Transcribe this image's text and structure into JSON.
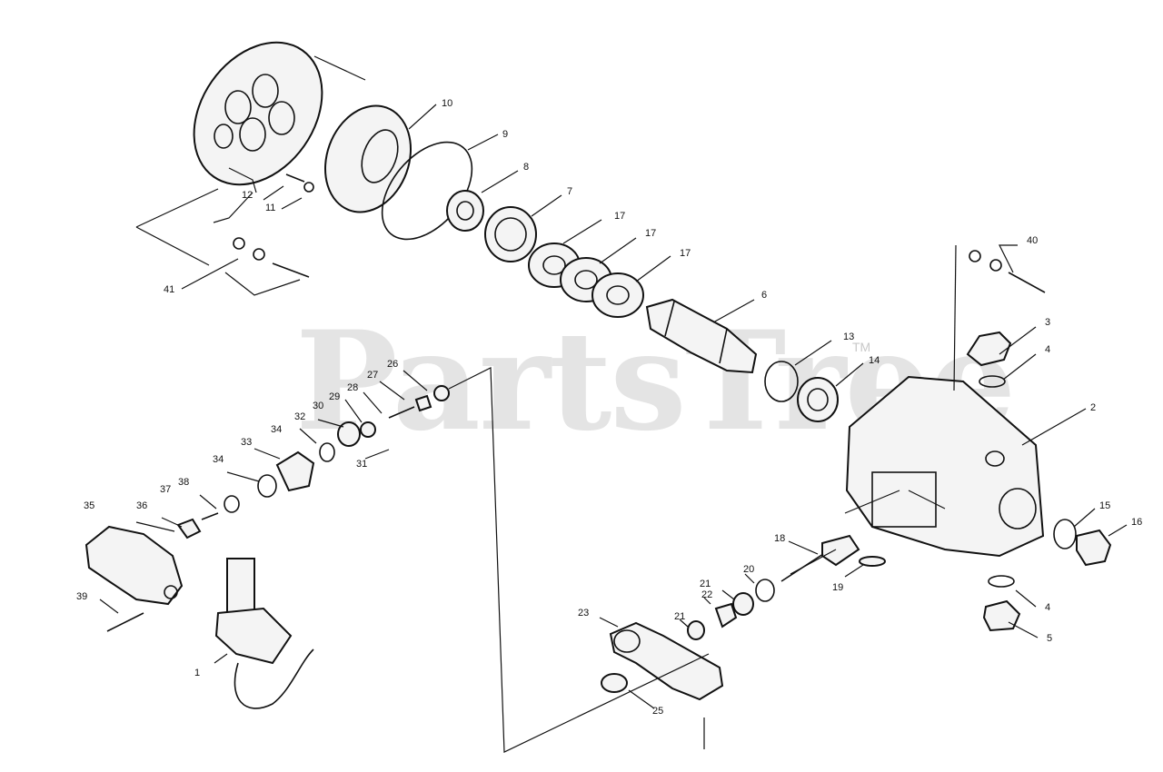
{
  "watermark": {
    "text": "PartsTree",
    "tm": "TM"
  },
  "callouts": [
    {
      "id": "1",
      "label": "1"
    },
    {
      "id": "2",
      "label": "2"
    },
    {
      "id": "3",
      "label": "3"
    },
    {
      "id": "4a",
      "label": "4"
    },
    {
      "id": "4b",
      "label": "4"
    },
    {
      "id": "5",
      "label": "5"
    },
    {
      "id": "6",
      "label": "6"
    },
    {
      "id": "7",
      "label": "7"
    },
    {
      "id": "8",
      "label": "8"
    },
    {
      "id": "9",
      "label": "9"
    },
    {
      "id": "10",
      "label": "10"
    },
    {
      "id": "11",
      "label": "11"
    },
    {
      "id": "12",
      "label": "12"
    },
    {
      "id": "13",
      "label": "13"
    },
    {
      "id": "14",
      "label": "14"
    },
    {
      "id": "15",
      "label": "15"
    },
    {
      "id": "16",
      "label": "16"
    },
    {
      "id": "17a",
      "label": "17"
    },
    {
      "id": "17b",
      "label": "17"
    },
    {
      "id": "17c",
      "label": "17"
    },
    {
      "id": "18",
      "label": "18"
    },
    {
      "id": "19",
      "label": "19"
    },
    {
      "id": "20",
      "label": "20"
    },
    {
      "id": "21a",
      "label": "21"
    },
    {
      "id": "21b",
      "label": "21"
    },
    {
      "id": "22",
      "label": "22"
    },
    {
      "id": "23",
      "label": "23"
    },
    {
      "id": "25",
      "label": "25"
    },
    {
      "id": "26",
      "label": "26"
    },
    {
      "id": "27",
      "label": "27"
    },
    {
      "id": "28",
      "label": "28"
    },
    {
      "id": "29",
      "label": "29"
    },
    {
      "id": "30",
      "label": "30"
    },
    {
      "id": "31",
      "label": "31"
    },
    {
      "id": "32",
      "label": "32"
    },
    {
      "id": "33",
      "label": "33"
    },
    {
      "id": "34a",
      "label": "34"
    },
    {
      "id": "34b",
      "label": "34"
    },
    {
      "id": "35",
      "label": "35"
    },
    {
      "id": "36",
      "label": "36"
    },
    {
      "id": "37",
      "label": "37"
    },
    {
      "id": "38",
      "label": "38"
    },
    {
      "id": "39",
      "label": "39"
    },
    {
      "id": "40",
      "label": "40"
    },
    {
      "id": "41",
      "label": "41"
    }
  ]
}
